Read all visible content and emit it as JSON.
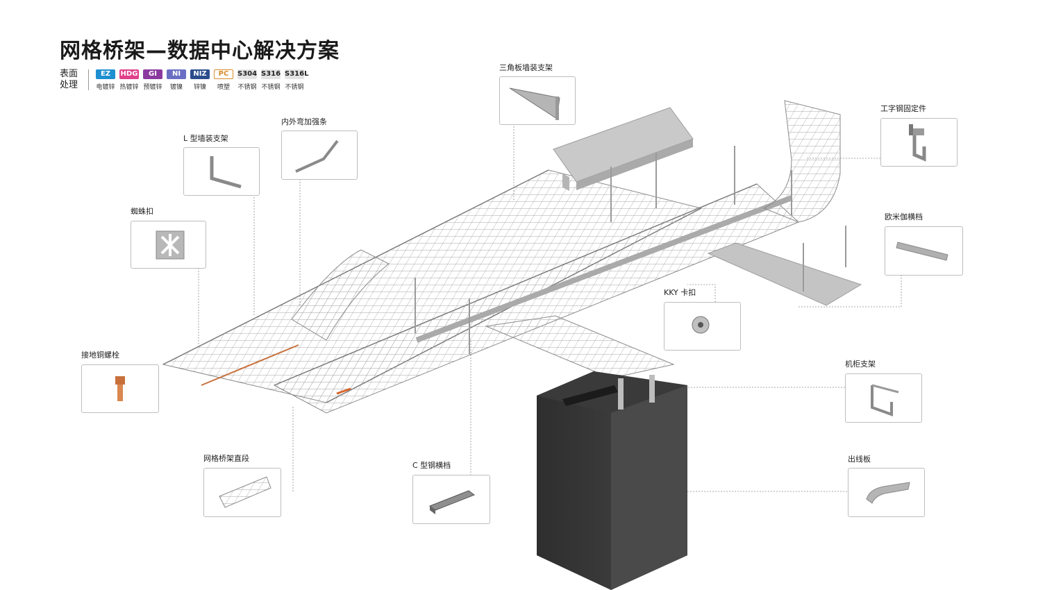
{
  "title": "网格桥架—数据中心解决方案",
  "surface_treatment": {
    "label_line1": "表面",
    "label_line2": "处理",
    "finishes": [
      {
        "code": "EZ",
        "name": "电镀锌",
        "color": "#1e8fd1"
      },
      {
        "code": "HDG",
        "name": "热镀锌",
        "color": "#e0408a"
      },
      {
        "code": "GI",
        "name": "预镀锌",
        "color": "#8a3a9e"
      },
      {
        "code": "NI",
        "name": "镀镍",
        "color": "#6a6fc4"
      },
      {
        "code": "NIZ",
        "name": "锌镍",
        "color": "#2a4d8c"
      },
      {
        "code": "PC",
        "name": "喷塑",
        "color": "#d98b2a"
      },
      {
        "code": "S304",
        "name": "不锈钢",
        "color": "#e3e3e3"
      },
      {
        "code": "S316",
        "name": "不锈钢",
        "color": "#e3e3e3"
      },
      {
        "code": "S316L",
        "name": "不锈钢",
        "color": "#e3e3e3"
      }
    ]
  },
  "components": [
    {
      "key": "triangle-wall-bracket",
      "label": "三角板墙装支架"
    },
    {
      "key": "i-beam-clamp",
      "label": "工字钢固定件"
    },
    {
      "key": "inner-outer-bend-rib",
      "label": "内外弯加强条"
    },
    {
      "key": "l-wall-bracket",
      "label": "L 型墙装支架"
    },
    {
      "key": "spider-clip",
      "label": "蜘蛛扣"
    },
    {
      "key": "omega-crossbar",
      "label": "欧米伽横档"
    },
    {
      "key": "kky-clip",
      "label": "KKY 卡扣"
    },
    {
      "key": "ground-bolt",
      "label": "接地铜螺栓"
    },
    {
      "key": "cabinet-bracket",
      "label": "机柜支架"
    },
    {
      "key": "straight-section",
      "label": "网格桥架直段"
    },
    {
      "key": "c-channel",
      "label": "C 型钢横档"
    },
    {
      "key": "dropout-plate",
      "label": "出线板"
    }
  ]
}
